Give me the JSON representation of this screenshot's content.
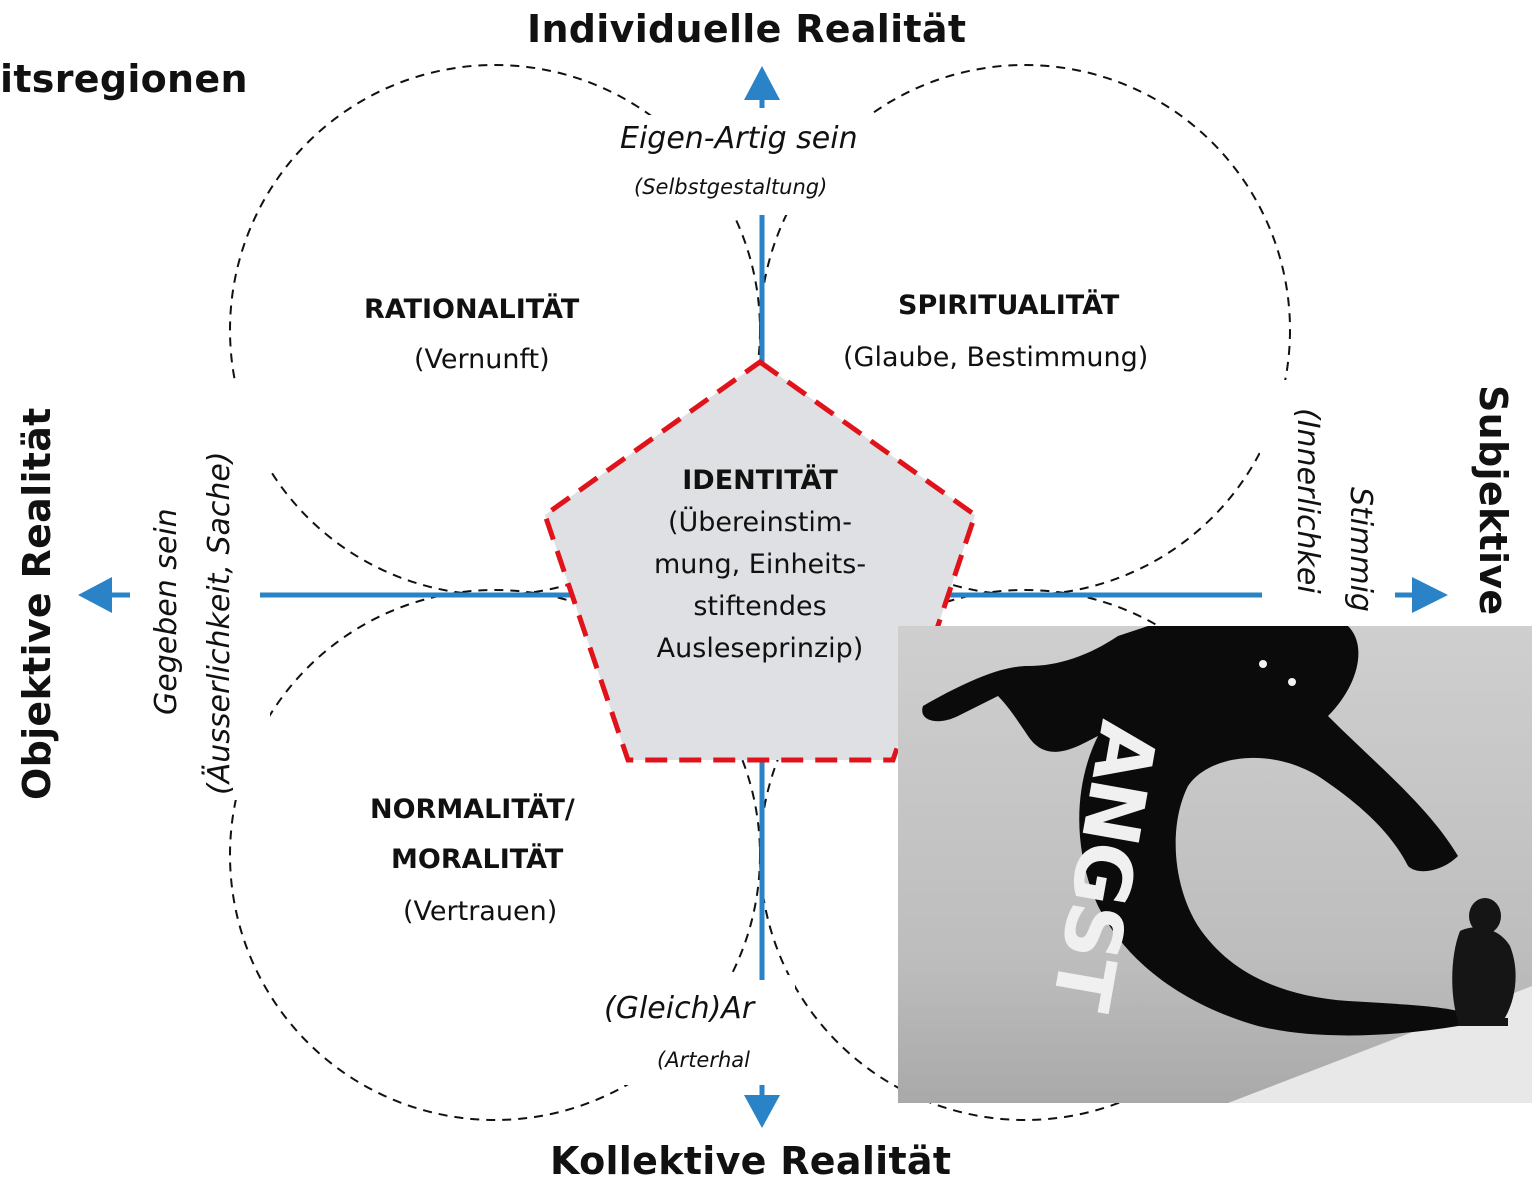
{
  "page_title_fragment": "itsregionen",
  "axes": {
    "top": "Individuelle Realität",
    "bottom": "Kollektive Realität",
    "left": "Objektive Realität",
    "right": "Subjektive"
  },
  "axis_notes": {
    "top_main": "Eigen-Artig sein",
    "top_sub": "(Selbstgestaltung)",
    "left_main": "Gegeben sein",
    "left_sub": "(Äusserlichkeit, Sache)",
    "right_main": "Stimmig",
    "right_sub": "(Innerlichkei",
    "bottom_main": "(Gleich)Ar",
    "bottom_sub": "(Arterhal"
  },
  "regions": {
    "top_left": {
      "title": "RATIONALITÄT",
      "sub": "(Vernunft)"
    },
    "top_right": {
      "title": "SPIRITUALITÄT",
      "sub": "(Glaube, Bestimmung)"
    },
    "bottom_left": {
      "title_line1": "NORMALITÄT/",
      "title_line2": "MORALITÄT",
      "sub": "(Vertrauen)"
    }
  },
  "center": {
    "title": "IDENTITÄT",
    "lines": [
      "(Übereinstim-",
      "mung, Einheits-",
      "stiftendes",
      "Ausleseprinzip)"
    ]
  },
  "photo": {
    "caption_text": "ANGST",
    "description_icon": "shadow-monster-and-crouching-child"
  },
  "colors": {
    "axis_blue": "#2a83c6",
    "pentagon_fill": "#dfe0e3",
    "pentagon_border": "#e0131b",
    "circle_dash": "#111111"
  }
}
